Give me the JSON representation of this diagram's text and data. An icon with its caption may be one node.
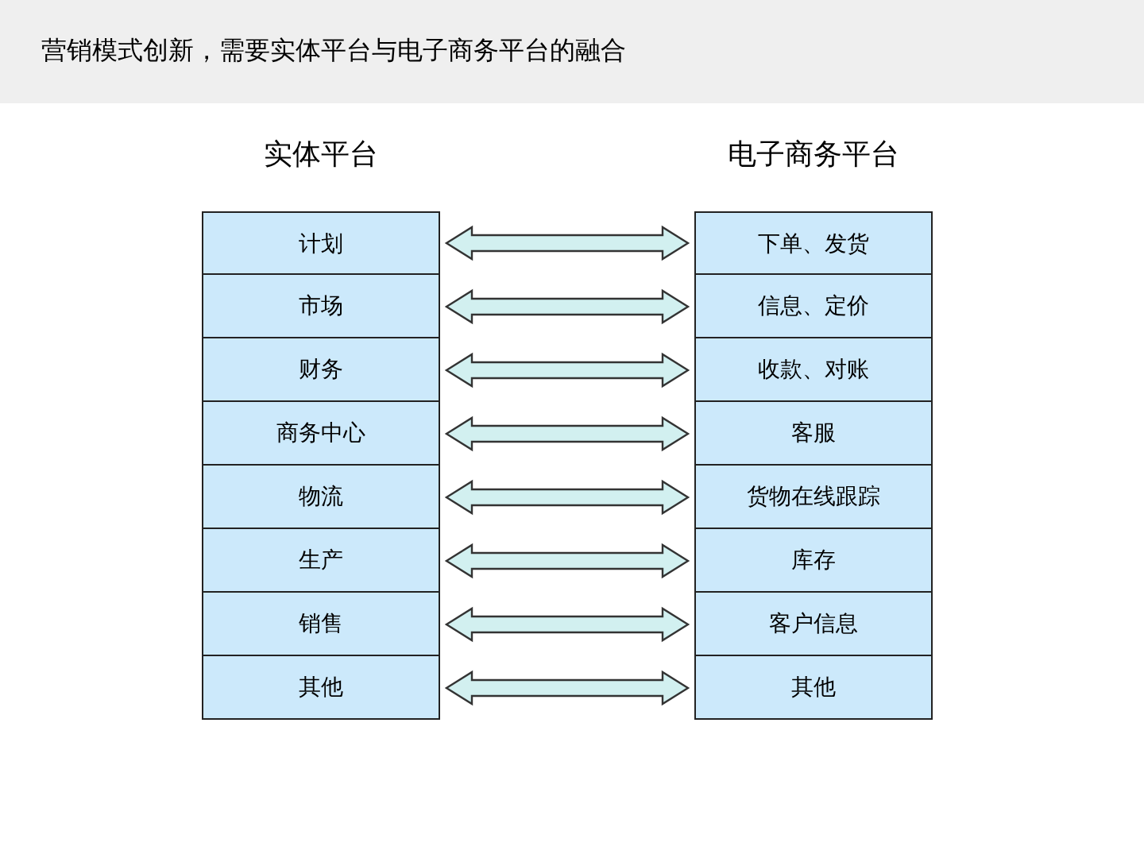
{
  "diagram": {
    "title": "营销模式创新，需要实体平台与电子商务平台的融合",
    "nodes": [
      {
        "text": [
          "实体平台"
        ]
      },
      {
        "text": [
          "计划"
        ],
        "in": 0
      },
      {
        "text": [
          "市场"
        ],
        "in": 0
      },
      {
        "text": [
          "财务"
        ],
        "in": 0
      },
      {
        "text": [
          "商务中心"
        ],
        "in": 0
      },
      {
        "text": [
          "物流"
        ],
        "in": 0
      },
      {
        "text": [
          "生产"
        ],
        "in": 0
      },
      {
        "text": [
          "销售"
        ],
        "in": 0
      },
      {
        "text": [
          "其他"
        ],
        "in": 0
      },
      {
        "text": [
          "电子商务平台"
        ]
      },
      {
        "text": [
          "下单、发货"
        ],
        "in": 9
      },
      {
        "text": [
          "信息、定价"
        ],
        "in": 9
      },
      {
        "text": [
          "收款、对账"
        ],
        "in": 9
      },
      {
        "text": [
          "客服"
        ],
        "in": 9
      },
      {
        "text": [
          "货物在线跟踪"
        ],
        "in": 9
      },
      {
        "text": [
          "库存"
        ],
        "in": 9
      },
      {
        "text": [
          "客户信息"
        ],
        "in": 9
      },
      {
        "text": [
          "其他"
        ],
        "in": 9
      }
    ],
    "edges": [
      {
        "from": 1,
        "to": 10,
        "arrow": "both"
      },
      {
        "from": 2,
        "to": 11,
        "arrow": "both"
      },
      {
        "from": 3,
        "to": 12,
        "arrow": "both"
      },
      {
        "from": 4,
        "to": 13,
        "arrow": "both"
      },
      {
        "from": 5,
        "to": 14,
        "arrow": "both"
      },
      {
        "from": 6,
        "to": 15,
        "arrow": "both"
      },
      {
        "from": 7,
        "to": 16,
        "arrow": "both"
      },
      {
        "from": 8,
        "to": 17,
        "arrow": "both"
      }
    ]
  }
}
